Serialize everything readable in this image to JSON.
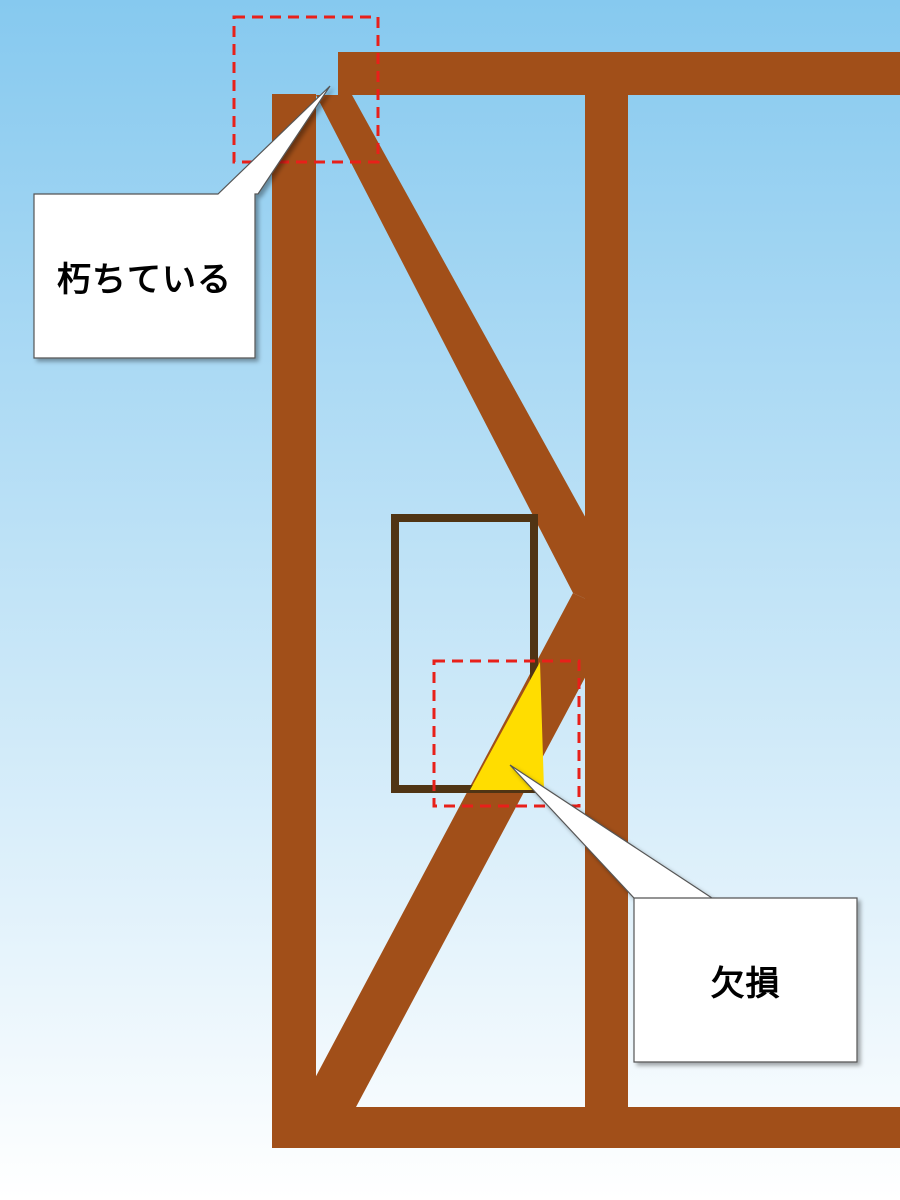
{
  "colors": {
    "sky_top": "#86c9ef",
    "sky_bottom": "#ffffff",
    "timber": "#a14f19",
    "opening_frame": "#503414",
    "damage_highlight": "#ffdd00",
    "dashed_outline": "#e8201a",
    "callout_fill": "#ffffff",
    "callout_border": "#555555"
  },
  "callouts": {
    "rot": {
      "text": "朽ちている",
      "icon": "speech-callout"
    },
    "defect": {
      "text": "欠損",
      "icon": "speech-callout"
    }
  }
}
